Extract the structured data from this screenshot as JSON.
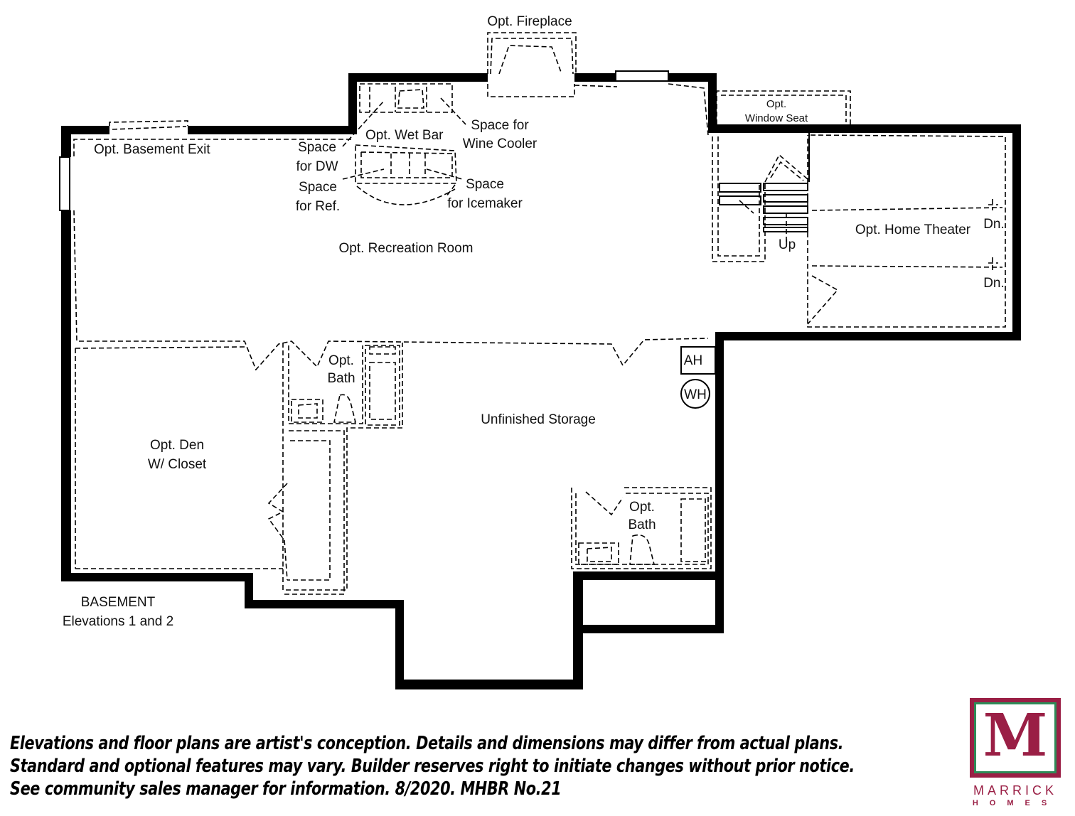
{
  "rooms": {
    "fireplace": "Opt. Fireplace",
    "window_seat_1": "Opt.",
    "window_seat_2": "Window Seat",
    "basement_exit": "Opt. Basement Exit",
    "wet_bar": "Opt. Wet Bar",
    "wine_1": "Space for",
    "wine_2": "Wine Cooler",
    "dw_1": "Space",
    "dw_2": "for DW",
    "ref_1": "Space",
    "ref_2": "for Ref.",
    "ice_1": "Space",
    "ice_2": "for Icemaker",
    "recreation": "Opt. Recreation Room",
    "home_theater": "Opt. Home Theater",
    "up": "Up",
    "dn_1": "Dn.",
    "dn_2": "Dn.",
    "bath1_1": "Opt.",
    "bath1_2": "Bath",
    "ah": "AH",
    "wh": "WH",
    "storage": "Unfinished Storage",
    "den_1": "Opt. Den",
    "den_2": "W/ Closet",
    "bath2_1": "Opt.",
    "bath2_2": "Bath"
  },
  "plan_label": {
    "line1": "BASEMENT",
    "line2": "Elevations 1 and 2"
  },
  "disclaimer": [
    "Elevations and floor plans are artist's conception. Details and dimensions may differ from actual plans.",
    "Standard and optional features may vary. Builder reserves right to initiate changes without prior notice.",
    "See community sales manager for information. 8/2020. MHBR No.21"
  ],
  "logo": {
    "letter": "M",
    "word": "MARRICK",
    "sub": "HOMES"
  },
  "colors": {
    "brand": "#9a1f45",
    "accent": "#2e8b57"
  }
}
